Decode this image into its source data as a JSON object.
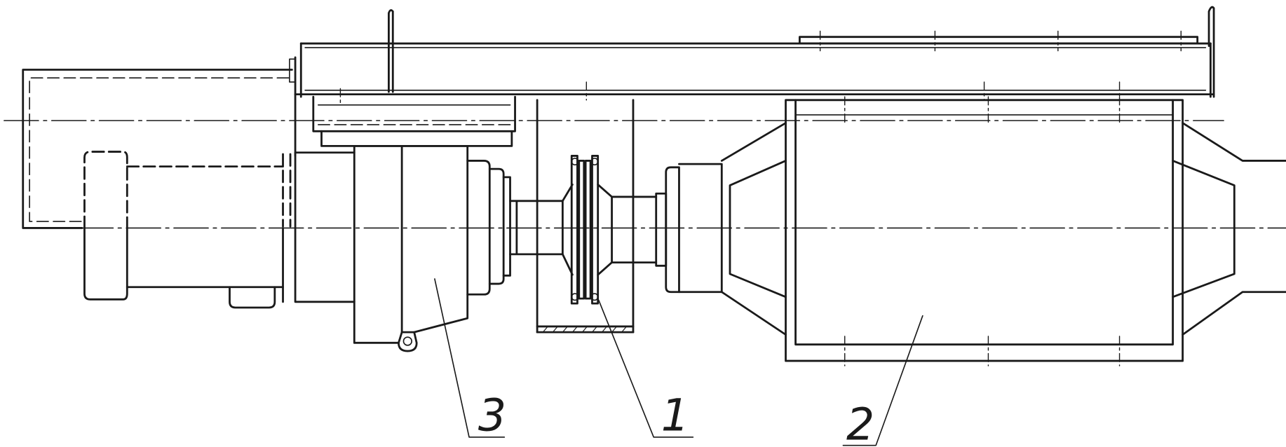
{
  "colors": {
    "ink": "#1a1a1a",
    "paper": "#ffffff"
  },
  "labels": {
    "part_1": "1",
    "part_2": "2",
    "part_3": "3"
  }
}
